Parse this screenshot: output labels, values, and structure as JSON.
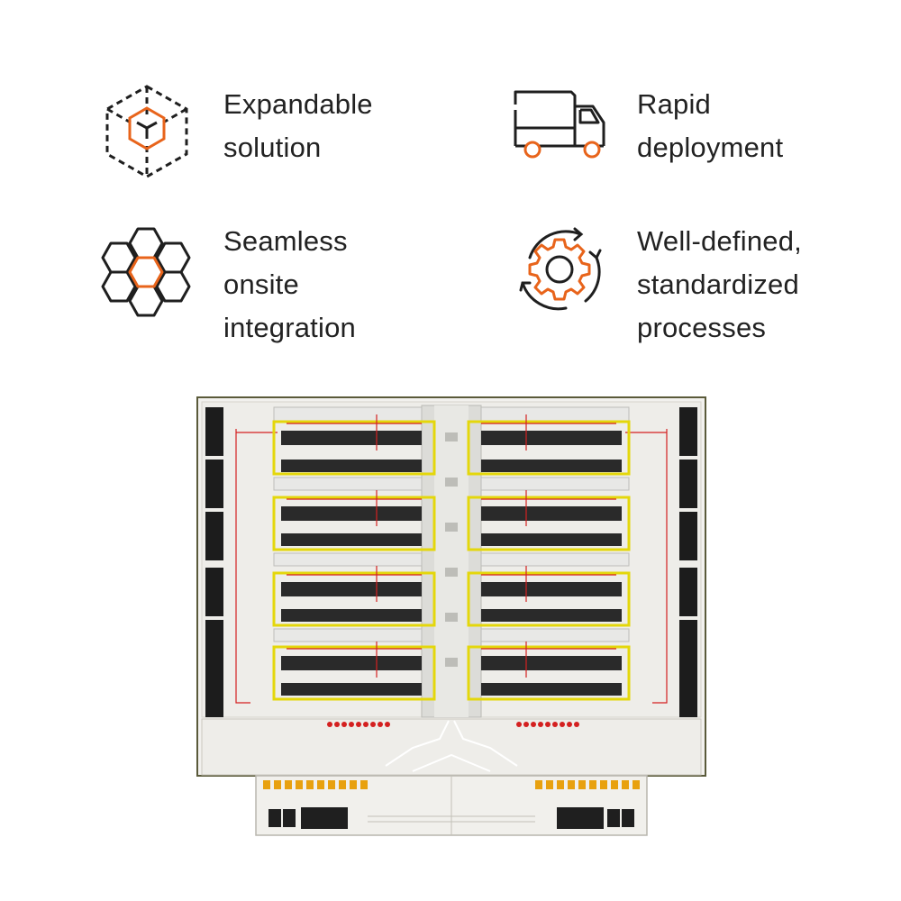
{
  "colors": {
    "accent": "#e8641b",
    "dark": "#1f1f1f",
    "rack_yellow": "#e4d70b",
    "cable_red": "#d42020"
  },
  "features": [
    {
      "icon": "expandable-cube-icon",
      "lines": [
        "Expandable",
        "solution"
      ]
    },
    {
      "icon": "delivery-truck-icon",
      "lines": [
        "Rapid",
        "deployment"
      ]
    },
    {
      "icon": "honeycomb-icon",
      "lines": [
        "Seamless",
        "onsite",
        "integration"
      ]
    },
    {
      "icon": "gear-cycle-icon",
      "lines": [
        "Well-defined,",
        "standardized",
        "processes"
      ]
    }
  ]
}
